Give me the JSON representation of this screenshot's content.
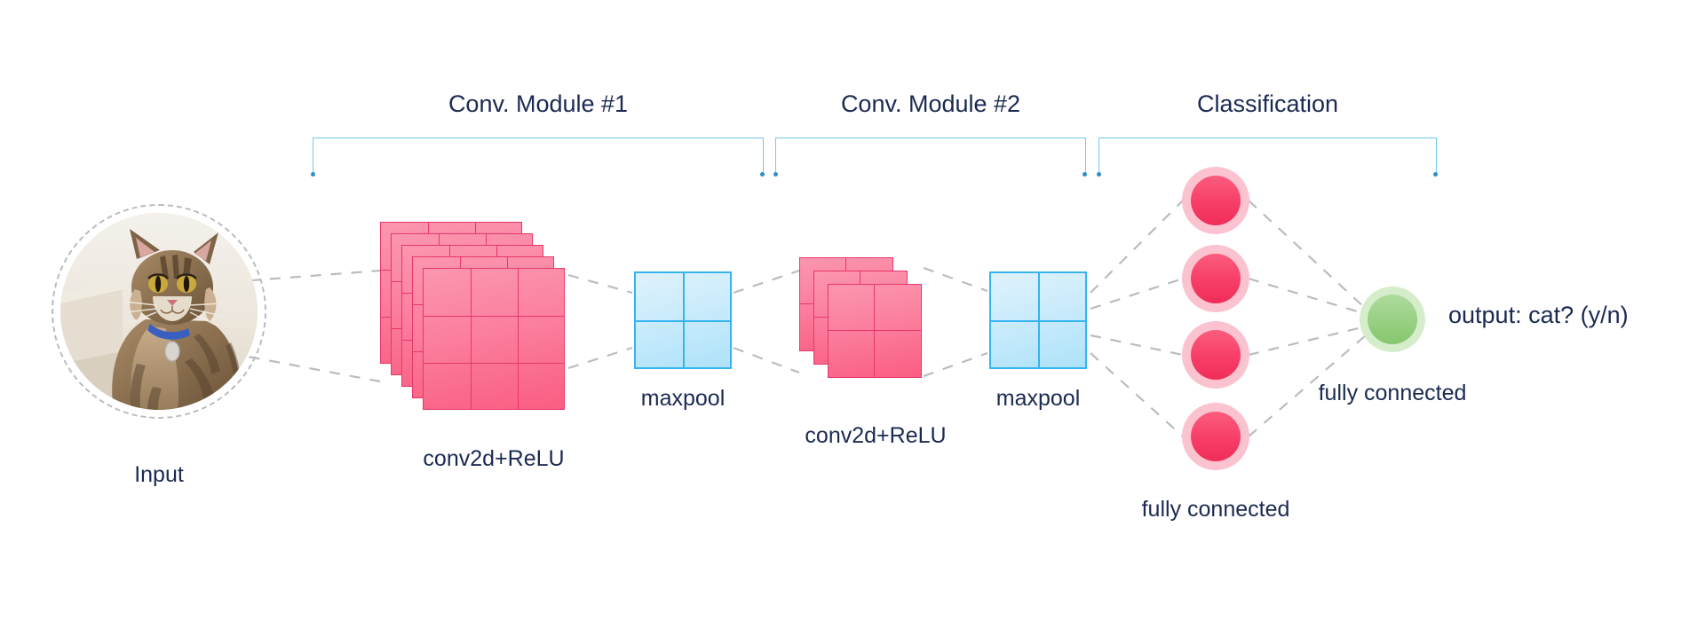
{
  "diagram": {
    "title_groups": [
      {
        "label": "Conv. Module #1"
      },
      {
        "label": "Conv. Module #2"
      },
      {
        "label": "Classification"
      }
    ],
    "colors": {
      "text": "#1b2a52",
      "bracket": "#74c8ee",
      "bracket_dot": "#2e8fc4",
      "conv_fill": "#fb7f9d",
      "conv_stroke": "#e8376a",
      "pool_fill": "#c5eafb",
      "pool_stroke": "#35b4ef",
      "neuron_pink": "#f73e66",
      "neuron_pink_halo": "#fbc2d0",
      "neuron_green": "#95cf80",
      "neuron_green_halo": "#d5edcb",
      "edge_dashed": "#b9bcc2"
    },
    "stages": {
      "input": {
        "label": "Input",
        "icon": "cat-photo"
      },
      "conv1": {
        "label": "conv2d+ReLU",
        "planes": 5,
        "grid": 3
      },
      "pool1": {
        "label": "maxpool",
        "grid": 2
      },
      "conv2": {
        "label": "conv2d+ReLU",
        "planes": 3,
        "grid": 2
      },
      "pool2": {
        "label": "maxpool",
        "grid": 2
      },
      "fc_hidden": {
        "label": "fully connected",
        "units": 4
      },
      "fc_output": {
        "label": "fully connected",
        "units": 1
      },
      "output": {
        "label": "output: cat? (y/n)"
      }
    }
  }
}
